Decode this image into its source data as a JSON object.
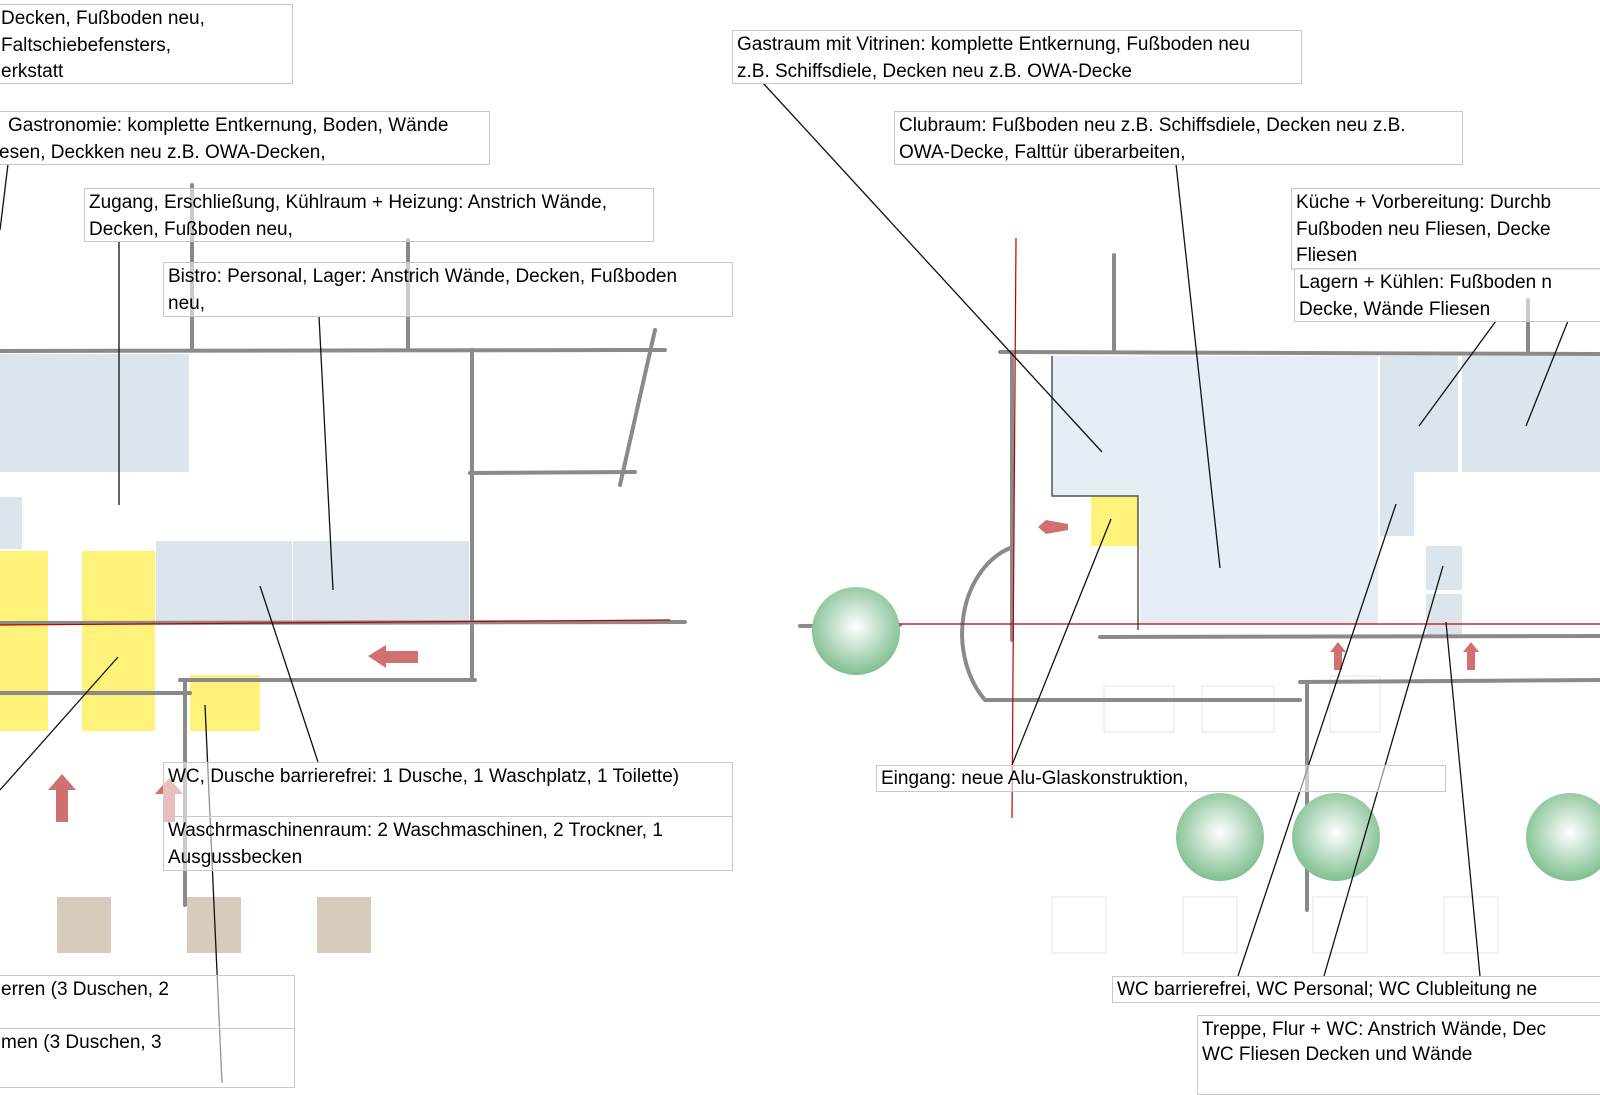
{
  "annotations": {
    "werkstatt": {
      "lines": [
        "Decken, Fußboden neu,",
        "Faltschiebefensters,",
        "erkstatt"
      ]
    },
    "gastronomie": {
      "lines": [
        "Gastronomie: komplette Entkernung, Boden, Wände",
        "esen, Deckken neu z.B. OWA-Decken,"
      ]
    },
    "zugang": {
      "lines": [
        "Zugang, Erschließung, Kühlraum + Heizung: Anstrich Wände,",
        "Decken, Fußboden neu,"
      ]
    },
    "bistro": {
      "lines": [
        "Bistro: Personal, Lager: Anstrich Wände, Decken, Fußboden",
        "neu,"
      ]
    },
    "wc_dusche": {
      "lines": [
        "WC, Dusche barrierefrei: 1 Dusche, 1 Waschplatz, 1 Toilette)"
      ]
    },
    "waschmaschinen": {
      "lines": [
        "Waschrmaschinenraum: 2 Waschmaschinen, 2 Trockner, 1",
        "Ausgussbecken"
      ]
    },
    "herren": {
      "lines": [
        "erren (3 Duschen, 2"
      ]
    },
    "damen": {
      "lines": [
        "men  (3 Duschen, 3"
      ]
    },
    "gastraum": {
      "lines": [
        "Gastraum mit Vitrinen: komplette Entkernung, Fußboden neu",
        "z.B. Schiffsdiele, Decken neu z.B. OWA-Decke"
      ]
    },
    "clubraum": {
      "lines": [
        "Clubraum: Fußboden neu z.B. Schiffsdiele, Decken neu z.B.",
        "OWA-Decke, Falttür überarbeiten,"
      ]
    },
    "kueche": {
      "lines": [
        "Küche + Vorbereitung: Durchb",
        "Fußboden neu Fliesen, Decke",
        "Fliesen"
      ]
    },
    "lagern": {
      "lines": [
        "Lagern + Kühlen: Fußboden n",
        "Decke, Wände Fliesen"
      ]
    },
    "eingang": {
      "lines": [
        "Eingang: neue Alu-Glaskonstruktion,"
      ]
    },
    "wc_barrierefrei": {
      "lines": [
        "WC barrierefrei, WC Personal; WC Clubleitung ne"
      ]
    },
    "treppe": {
      "lines": [
        "Treppe, Flur + WC: Anstrich Wände, Dec",
        "WC Fliesen Decken und Wände"
      ]
    }
  },
  "colors": {
    "wall": "#8a8a8a",
    "room_blue": "#dce4ec",
    "room_yellow": "#fff27a",
    "beige": "#d8cbbb",
    "axis_red": "#c00000",
    "arrow_red": "#d07070",
    "tree_green": "#9fd0ad"
  }
}
